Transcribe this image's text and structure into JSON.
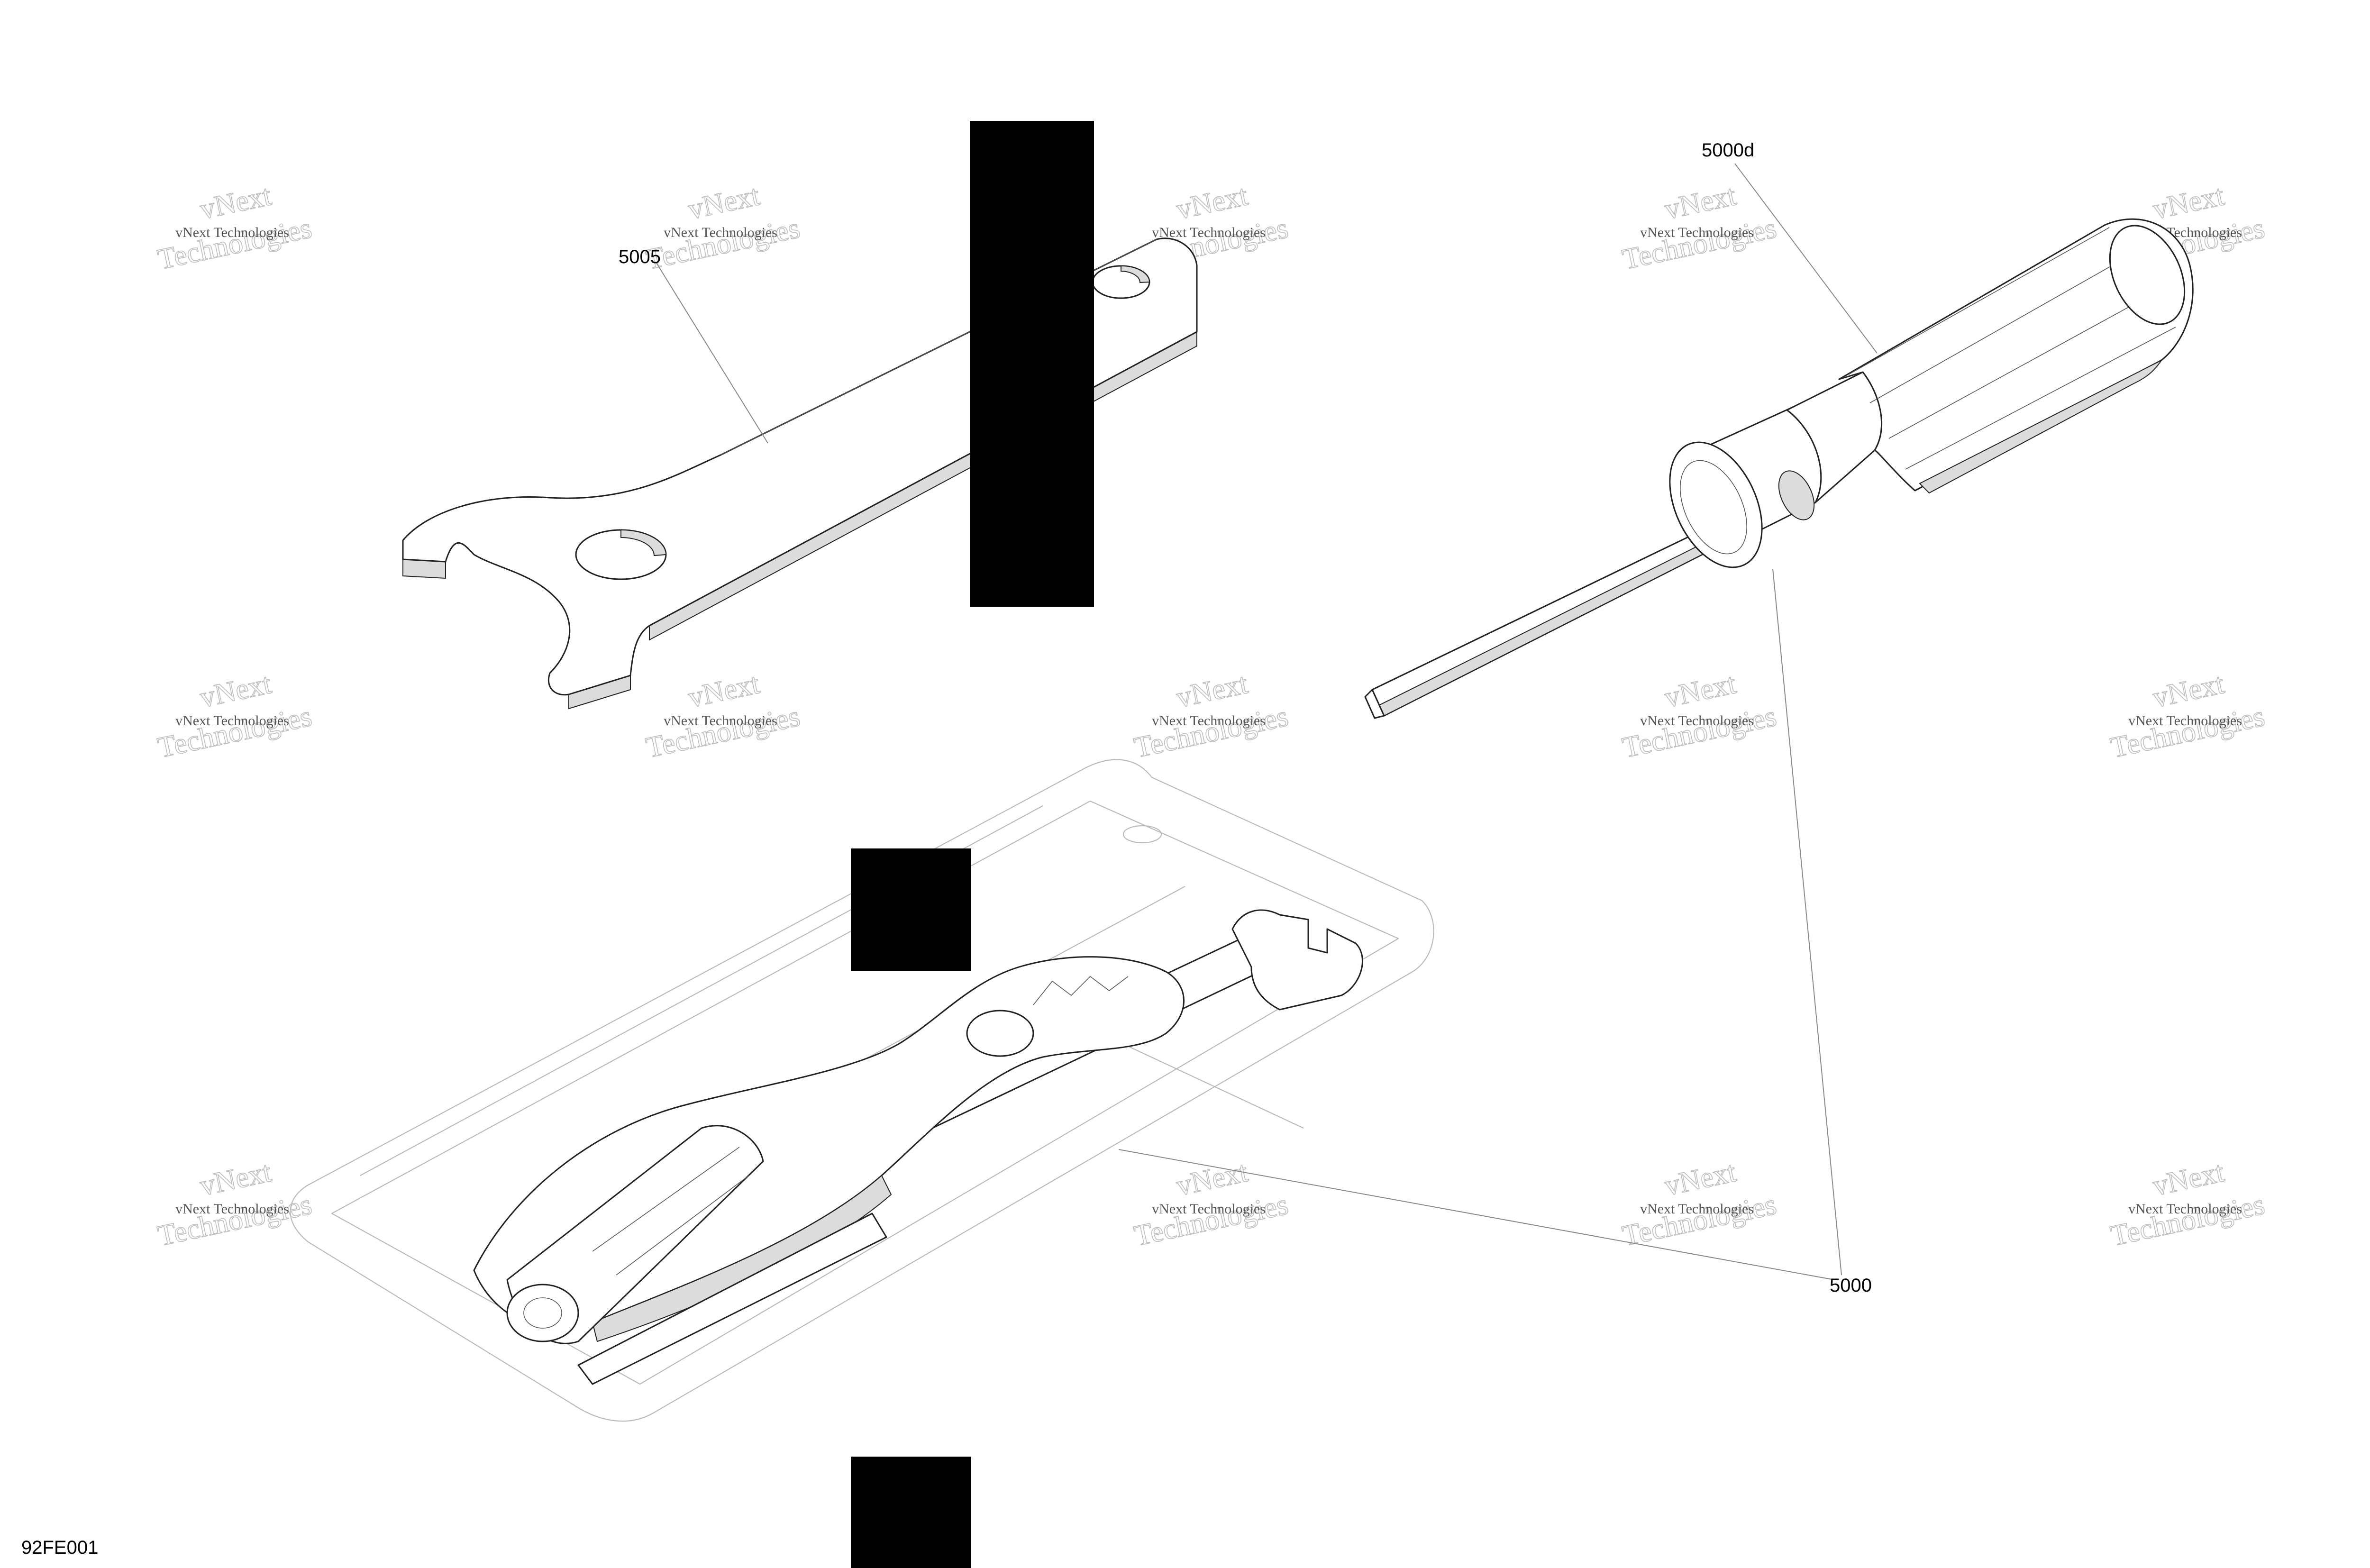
{
  "callouts": {
    "wrench": "5005",
    "screwdriver": "5000d",
    "kit": "5000"
  },
  "drawing_code": "92FE001",
  "watermark": {
    "line1": "vNext Technologies",
    "line2": "vNext",
    "line3": "Technologies"
  },
  "parts": {
    "spanner_wrench": "spanner-wrench",
    "screwdriver": "screwdriver",
    "tool_kit": "tool-kit-pouch"
  },
  "colors": {
    "line": "#222222",
    "shade": "#dcdcdc",
    "watermark": "#bdbdbd",
    "redaction": "#000000"
  }
}
